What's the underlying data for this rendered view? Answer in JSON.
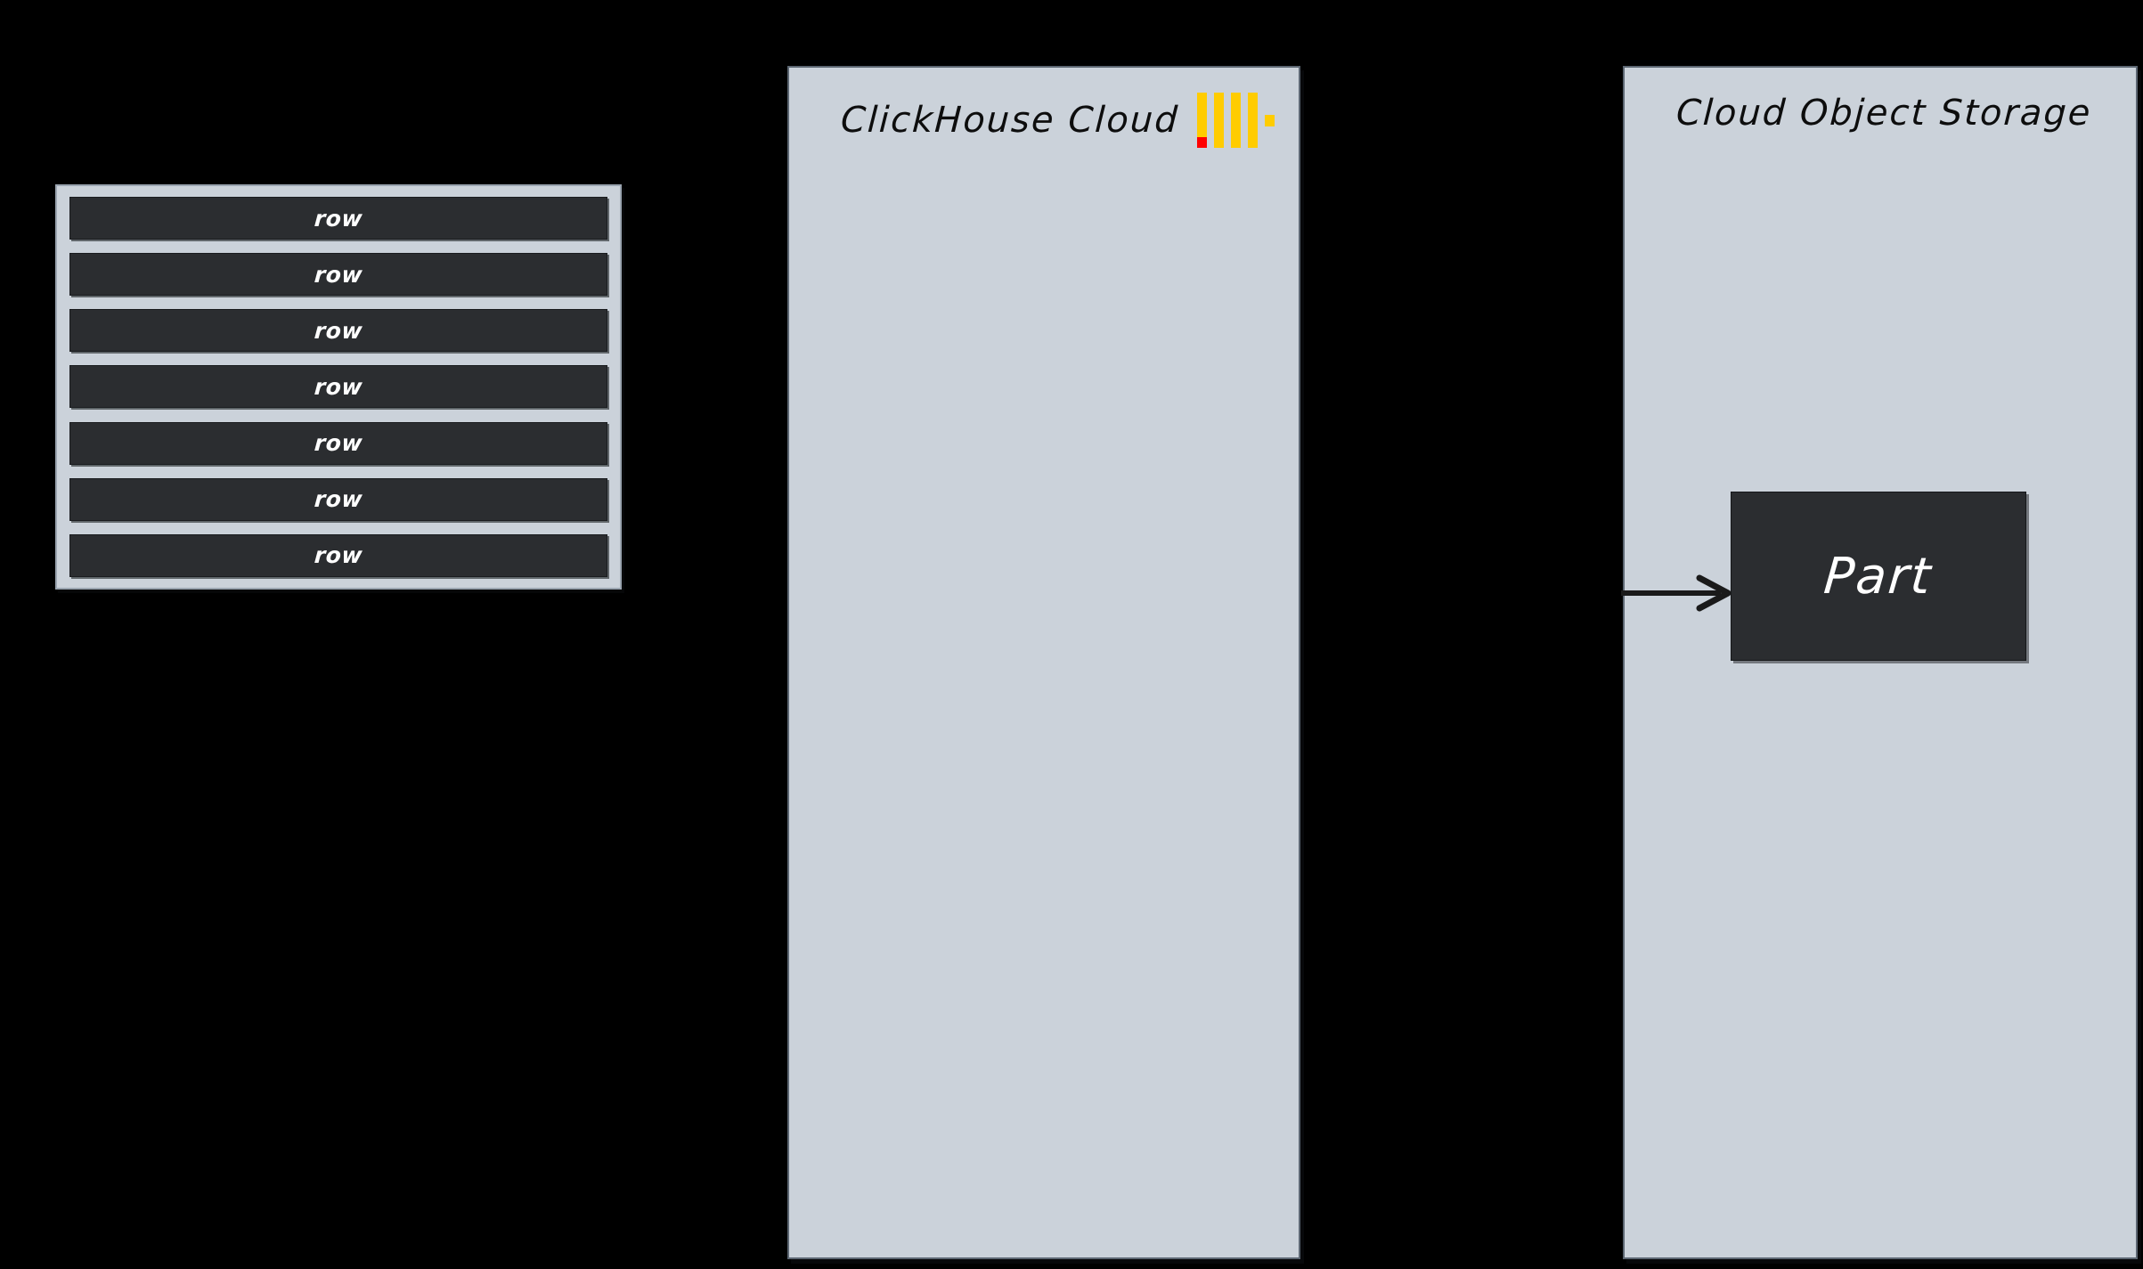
{
  "diagram": {
    "background_color": "#000000",
    "panel_fill": "#cbd2da",
    "panel_stroke": "#5c6672",
    "box_fill": "#2b2d30",
    "box_text_color": "#ffffff",
    "logo_yellow": "#ffcc00",
    "logo_red": "#ff0000"
  },
  "rows_table": {
    "name": "rows",
    "row_count": 7,
    "rows": [
      {
        "label": "row"
      },
      {
        "label": "row"
      },
      {
        "label": "row"
      },
      {
        "label": "row"
      },
      {
        "label": "row"
      },
      {
        "label": "row"
      },
      {
        "label": "row"
      }
    ]
  },
  "panels": [
    {
      "id": "clickhouse-cloud",
      "title": "ClickHouse Cloud",
      "has_logo": true
    },
    {
      "id": "cloud-object-storage",
      "title": "Cloud Object Storage",
      "has_logo": false
    }
  ],
  "part_box": {
    "label": "Part"
  },
  "arrow": {
    "name": "arrow-to-part",
    "direction": "right",
    "color": "#1a1a1a"
  }
}
